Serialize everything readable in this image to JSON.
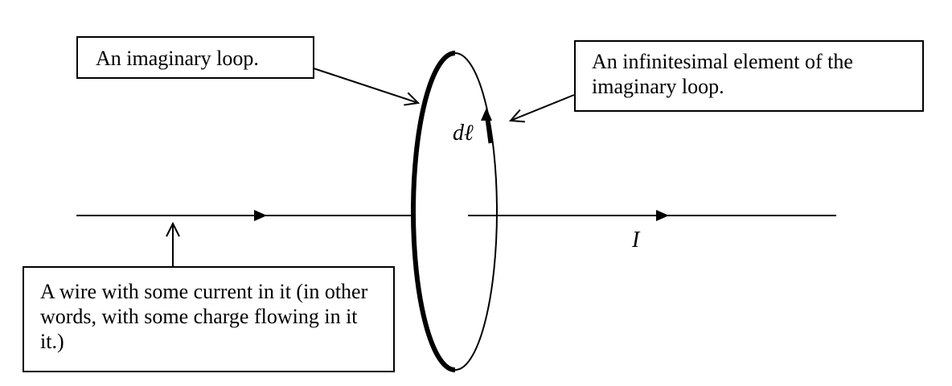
{
  "labels": {
    "loop": "An imaginary loop.",
    "element": "An infinitesimal element of the imaginary loop.",
    "wire": "A wire with some current in it (in other words, with some charge flowing in it it.)",
    "dl": "dℓ",
    "current": "I"
  }
}
